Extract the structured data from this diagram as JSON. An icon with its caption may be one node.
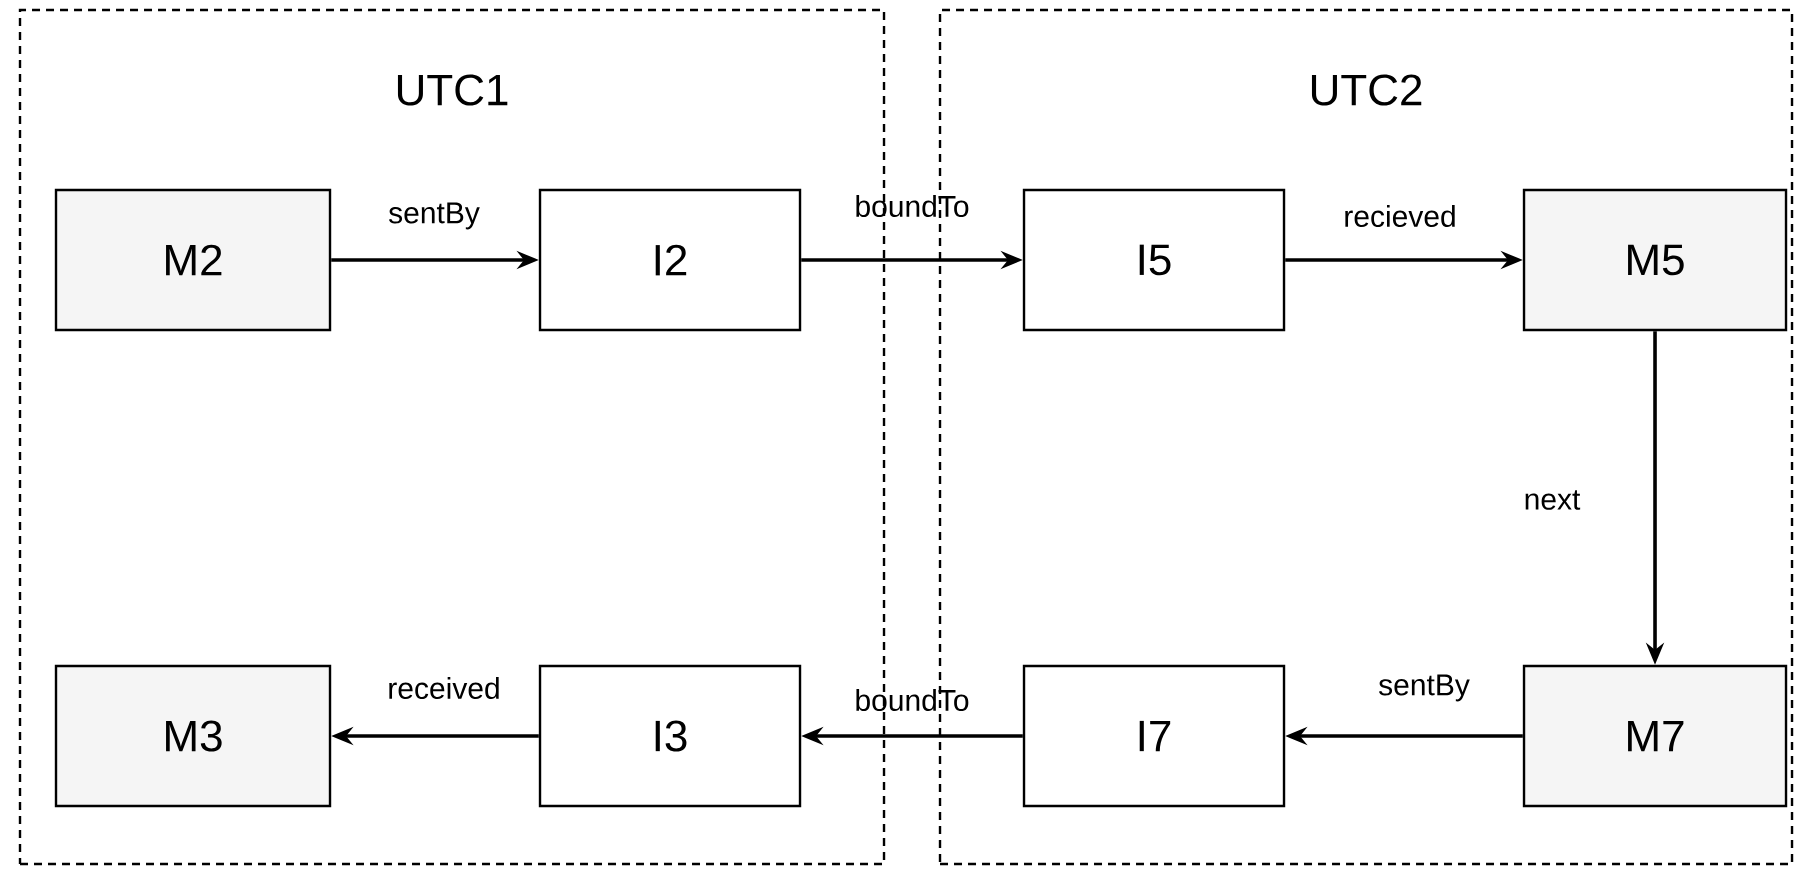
{
  "diagram": {
    "nodes": [
      {
        "text": [
          "UTC1"
        ]
      },
      {
        "text": [
          "M2"
        ],
        "in": 0
      },
      {
        "text": [
          "I2"
        ],
        "in": 0
      },
      {
        "text": [
          "M3"
        ],
        "in": 0
      },
      {
        "text": [
          "I3"
        ],
        "in": 0
      },
      {
        "text": [
          "UTC2"
        ]
      },
      {
        "text": [
          "I5"
        ],
        "in": 5
      },
      {
        "text": [
          "M5"
        ],
        "in": 5
      },
      {
        "text": [
          "I7"
        ],
        "in": 5
      },
      {
        "text": [
          "M7"
        ],
        "in": 5
      }
    ],
    "edges": [
      {
        "from": 1,
        "to": 2,
        "arrow": "to",
        "label": "sentBy"
      },
      {
        "from": 2,
        "to": 6,
        "arrow": "to",
        "label": "boundTo"
      },
      {
        "from": 6,
        "to": 7,
        "arrow": "to",
        "label": "recieved"
      },
      {
        "from": 7,
        "to": 9,
        "arrow": "to",
        "label": "next"
      },
      {
        "from": 9,
        "to": 8,
        "arrow": "to",
        "label": "sentBy"
      },
      {
        "from": 8,
        "to": 4,
        "arrow": "to",
        "label": "boundTo"
      },
      {
        "from": 4,
        "to": 3,
        "arrow": "to",
        "label": "received"
      }
    ]
  }
}
